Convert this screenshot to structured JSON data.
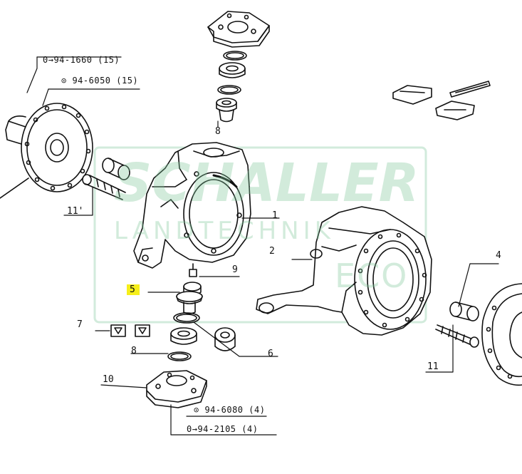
{
  "watermark": {
    "brand": "SCHALLER",
    "sub": "LANDTECHNIK",
    "tail": "ECO",
    "color": "#7fc79a"
  },
  "highlight_color": "#f6ef1a",
  "callouts": {
    "c1": "1",
    "c2": "2",
    "c4": "4",
    "c5": "5",
    "c6": "6",
    "c7": "7",
    "c8": "8",
    "c9": "9",
    "c10": "10",
    "c11a": "11'",
    "c11b": "11",
    "top8": "8"
  },
  "references": {
    "top_left_1": "0→94-1660 (15)",
    "top_left_2": "⊙ 94-6050 (15)",
    "bottom_1": "⊙ 94-6080 (4)",
    "bottom_2": "0→94-2105 (4)"
  }
}
